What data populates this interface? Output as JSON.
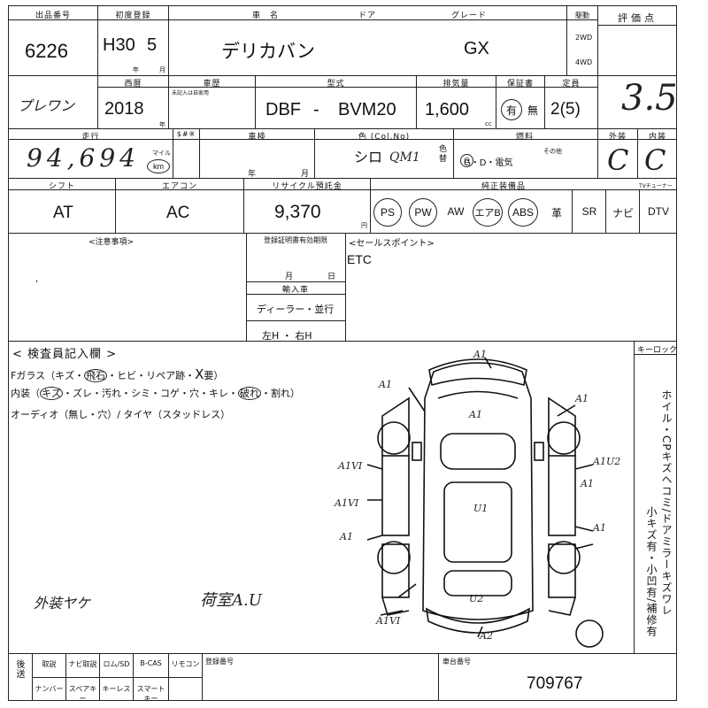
{
  "header": {
    "lot_label": "出品番号",
    "lot_value": "6226",
    "first_reg_label": "初度登録",
    "first_reg_era": "H30",
    "first_reg_month": "5",
    "year_unit": "年",
    "month_unit": "月",
    "car_name_label": "車　名",
    "car_name_value": "デリカバン",
    "door_label": "ドア",
    "grade_label": "グレード",
    "grade_value": "GX",
    "drive_label": "駆動",
    "drive_2wd": "2WD",
    "drive_4wd": "4WD",
    "eval_label": "評価点",
    "eval_score": "3.5"
  },
  "row2": {
    "prewon": "プレワン",
    "western_label": "西暦",
    "western_value": "2018",
    "western_unit": "年",
    "history_label": "車歴",
    "history_note": "未記入は自家用",
    "model_label": "型式",
    "model_prefix": "DBF",
    "model_dash": "-",
    "model_value": "BVM20",
    "displacement_label": "排気量",
    "displacement_value": "1,600",
    "displacement_unit": "cc",
    "warranty_label": "保証書",
    "warranty_yes": "有",
    "warranty_no": "無",
    "capacity_label": "定員",
    "capacity_value": "2(5)"
  },
  "row3": {
    "mileage_label": "走行",
    "mileage_value": "94,694",
    "mileage_unit_mile": "マイル",
    "mileage_unit_km": "km",
    "meter_swap_label": "$#※",
    "inspection_label": "車検",
    "inspection_year": "年",
    "inspection_month": "月",
    "color_label": "色 (Col.No)",
    "color_value": "シロ",
    "color_code": "QM1",
    "color_change": "色替",
    "fuel_label": "燃料",
    "fuel_options": "G・D・電気",
    "fuel_other": "その他",
    "exterior_label": "外装",
    "exterior_value": "C",
    "interior_label": "内装",
    "interior_value": "C"
  },
  "row4": {
    "shift_label": "シフト",
    "shift_value": "AT",
    "aircon_label": "エアコン",
    "aircon_value": "AC",
    "recycle_label": "リサイクル預託金",
    "recycle_value": "9,370",
    "recycle_unit": "円",
    "equipment_label": "純正装備品",
    "tuner_label": "TVチューナー",
    "equipment": [
      "PS",
      "PW",
      "AW",
      "エアB",
      "ABS",
      "革",
      "SR",
      "ナビ",
      "DTV"
    ]
  },
  "notes": {
    "caution_label": "<注意事項>",
    "reg_expiry_label": "登録証明書有効期限",
    "reg_month": "月",
    "reg_day": "日",
    "import_label": "輸入車",
    "import_value": "ディーラー・並行",
    "steering_value": "左H ・ 右H",
    "selling_label": "<セールスポイント>",
    "selling_value": "ETC"
  },
  "inspector": {
    "title": "< 検査員記入欄 >",
    "line1_a": "Fガラス（キズ・",
    "line1_b": "飛石",
    "line1_c": "・ヒビ・リペア跡・",
    "line1_x": "X",
    "line1_d": "要）",
    "line2_a": "内装（",
    "line2_b": "キズ",
    "line2_c": "・ズレ・汚れ・シミ・コゲ・穴・キレ・",
    "line2_d": "破れ",
    "line2_e": "・割れ）",
    "line3": "オーディオ（無し・穴）/ タイヤ（スタッドレス）",
    "hand_left": "外装ヤケ",
    "hand_right": "荷室A.U"
  },
  "keylock": {
    "label": "キーロック",
    "vertical_note_1": "ホイル・CPキズヘコミ/ドアミラーキズワレ",
    "vertical_note_2": "小キズ有・小凹有/補修有"
  },
  "diagram_marks": [
    "A1",
    "A1",
    "A1",
    "A1",
    "A1",
    "A1VI",
    "A1U2",
    "A1VI",
    "A1",
    "A1",
    "U1",
    "U2",
    "A1VI",
    "A2"
  ],
  "footer": {
    "labels_row1": [
      "取説",
      "ナビ取説",
      "ロム/SD",
      "B-CAS",
      "リモコン"
    ],
    "labels_row2": [
      "ナンバー",
      "スペアキー",
      "キーレス",
      "スマートキー"
    ],
    "rear_label": "後送",
    "reg_no_label": "登録番号",
    "chassis_label": "車台番号",
    "chassis_value": "709767"
  }
}
